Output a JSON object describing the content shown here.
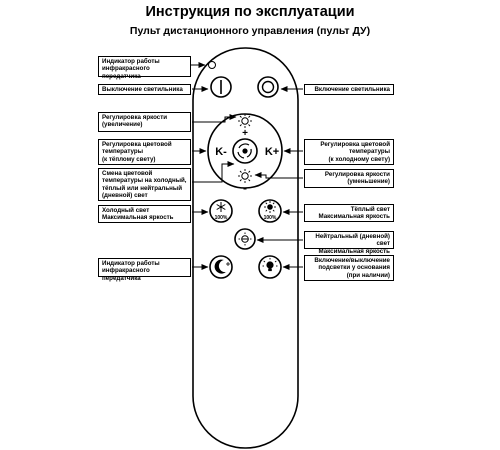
{
  "title": "Инструкция по эксплуатации",
  "subtitle": "Пульт дистанционного управления (пульт ДУ)",
  "labels": {
    "ir_indicator_top": "Индикатор работы\nинфракрасного передатчика",
    "light_off": "Выключение светильника",
    "light_on": "Включение светильника",
    "brightness_up": "Регулировка яркости\n(увеличение)",
    "warm_temp": "Регулировка цветовой\nтемпературы\n(к тёплому свету)",
    "cold_temp": "Регулировка цветовой\nтемпературы\n(к холодному свету)",
    "change_temp": "Смена цветовой\nтемпературы на холодный,\nтёплый или нейтральный\n(дневной) свет",
    "brightness_down": "Регулировка яркости\n(уменьшение)",
    "cold_max": "Холодный свет\nМаксимальная яркость",
    "warm_max": "Тёплый свет\nМаксимальная яркость",
    "neutral_max": "Нейтральный (дневной) свет\nМаксимальная яркость",
    "ir_indicator_bottom": "Индикатор работы\nинфракрасного передатчика",
    "backlight_toggle": "Включение/выключение\nподсветки у основания\n(при наличии)"
  },
  "remote": {
    "k_minus": "K-",
    "k_plus": "K+",
    "plus": "+",
    "minus": "-",
    "pct_100_left": "100%",
    "pct_100_right": "100%"
  },
  "colors": {
    "line": "#000000",
    "remote_fill": "#ffffff"
  },
  "icons": [
    "ir-dot-icon",
    "power-off-icon",
    "power-on-icon",
    "sun-icon",
    "color-wheel-icon",
    "snowflake-icon",
    "sun-bright-icon",
    "neutral-sun-icon",
    "moon-icon",
    "bulb-icon"
  ]
}
